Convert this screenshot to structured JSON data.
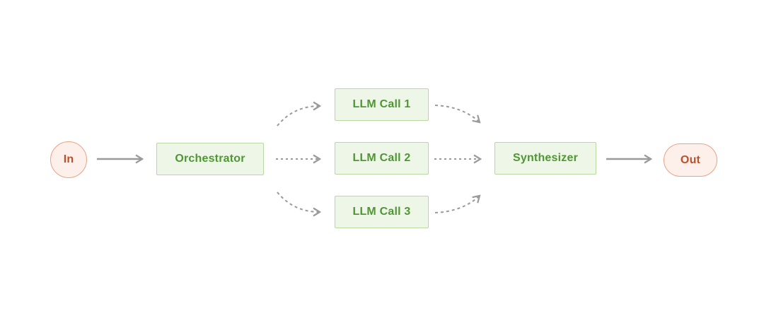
{
  "nodes": {
    "input": {
      "label": "In"
    },
    "orchestrator": {
      "label": "Orchestrator"
    },
    "workers": [
      {
        "label": "LLM Call 1"
      },
      {
        "label": "LLM Call 2"
      },
      {
        "label": "LLM Call 3"
      }
    ],
    "synthesizer": {
      "label": "Synthesizer"
    },
    "output": {
      "label": "Out"
    }
  },
  "colors": {
    "green_text": "#4f9733",
    "green_border": "#b9d8a2",
    "green_fill": "#eef6e8",
    "terminal_text": "#c14e2a",
    "terminal_border": "#eaa287",
    "terminal_fill": "#fdf0ea",
    "arrow_gray": "#9a9a9a",
    "background": "#ffffff"
  }
}
